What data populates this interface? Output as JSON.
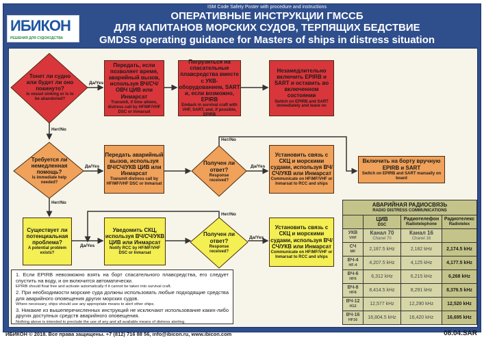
{
  "header": {
    "subtitle": "ISM Code Safety Poster with procedure and instructions",
    "title_ru_1": "ОПЕРАТИВНЫЕ ИНСТРУКЦИИ ГМССБ",
    "title_ru_2": "ДЛЯ КАПИТАНОВ МОРСКИХ СУДОВ, ТЕРПЯЩИХ БЕДСТВИЕ",
    "title_en": "GMDSS operating guidance for Masters of ships in distress situation"
  },
  "logo": {
    "name": "ИБИКОН",
    "tagline": "РЕШЕНИЯ ДЛЯ СУДОХОДСТВА"
  },
  "labels": {
    "yes": "Да/Yes",
    "no": "Нет/No"
  },
  "nodes": {
    "d1": {
      "ru": "Тонет ли судно или будет ли оно покинуто?",
      "en": "Is vessel sinking or is to be abandoned?"
    },
    "r1": {
      "ru": "Передать, если позволяет время, аварийный вызов, используя ВЧ/СЧ/ОВЧ ЦИВ или Инмарсат",
      "en": "Transmit, if time allows, distress call by HF/MF/VHF DSC or Inmarsat"
    },
    "r2": {
      "ru": "Погрузиться на спасательные плавсредства вместе с УКВ-оборудованием, SART и, если возможно, EPIRB",
      "en": "Embark in survival craft with VHF, SART, and, if possible, EPIRB"
    },
    "r3": {
      "ru": "Незамедлительно включить EPIRB и SART и оставить во включенном состоянии",
      "en": "Switch on EPIRB and SART immediately and leave on"
    },
    "d2": {
      "ru": "Требуется ли немедленная помощь?",
      "en": "Is immediate help needed?"
    },
    "o1": {
      "ru": "Передать аварийный вызов, используя ВЧ/СЧ/УКВ ЦИВ или Инмарсат",
      "en": "Transmit distress call by HF/MF/VHF DSC or Inmarsat"
    },
    "d3": {
      "ru": "Получен ли ответ?",
      "en": "Response received?"
    },
    "o2": {
      "ru": "Установить связь с СКЦ и морскими судами, используя ВЧ/СЧ/УКВ или Инмарсат",
      "en": "Communicate on HF/MF/VHF or Inmarsat to RCC and ships"
    },
    "o3": {
      "ru": "Включить на борту вручную EPIRB и SART",
      "en": "Switch on EPIRB and SART manually on board"
    },
    "y1": {
      "ru": "Существует ли потенциальная проблема?",
      "en": "A potential problem exists?"
    },
    "y2": {
      "ru": "Уведомить СКЦ, используя ВЧ/СЧ/УКВ ЦИВ или Инмарсат",
      "en": "Notify RCC by HF/MF/VHF DSC or Inmarsat"
    },
    "d4": {
      "ru": "Получен ли ответ?",
      "en": "Response received?"
    },
    "y3": {
      "ru": "Установить связь с СКЦ и морскими судами, используя ВЧ/СЧ/УКВ или Инмарсат",
      "en": "Communicate on HF/MF/VHF or Inmarsat to RCC and ships"
    }
  },
  "notes": [
    {
      "ru": "1. Если EPIRB невозможно взять на борт спасательного плавсредства, его следует спустить на воду, и он включится автоматически.",
      "en": "EPIRB should float free and activate automatically if it cannot be taken into survival craft."
    },
    {
      "ru": "2. При необходимости морские суда должны использовать любые подходящие средства для аварийного оповещения других морских судов.",
      "en": "Where necessary, ships should use any appropriate means to alert other ships."
    },
    {
      "ru": "3. Никакие из вышеперечисленных инструкций не исключают использование каких-либо других доступных средств аварийного оповещения.",
      "en": "Nothing above is intended to preclude the use of any and all available means of distress alerting."
    }
  ],
  "table": {
    "title_ru": "АВАРИЙНАЯ РАДИОСВЯЗЬ",
    "title_en": "RADIO DISTRESS COMMUNICATIONS",
    "columns": [
      {
        "ru": "ЦИВ",
        "en": "DSC"
      },
      {
        "ru": "Радиотелефон",
        "en": "Radiotelephone"
      },
      {
        "ru": "Радиотелекс",
        "en": "Radiotelex"
      }
    ],
    "rows": [
      {
        "ru": "УКВ",
        "en": "VHF",
        "c": [
          "Канал 70",
          "Канал 16",
          ""
        ],
        "s": [
          "Chanel 70",
          "Chanel 16"
        ]
      },
      {
        "ru": "СЧ",
        "en": "MF",
        "c": [
          "2,187.5 kHz",
          "2,182 kHz",
          "2,174.5 kHz"
        ]
      },
      {
        "ru": "ВЧ-4",
        "en": "HF-4",
        "c": [
          "4,207.5 kHz",
          "4,125 kHz",
          "4,177.5 kHz"
        ]
      },
      {
        "ru": "ВЧ-6",
        "en": "HF6",
        "c": [
          "6,312 kHz",
          "6,215 kHz",
          "6,268 kHz"
        ]
      },
      {
        "ru": "ВЧ-8",
        "en": "HF8",
        "c": [
          "8,414.5 kHz",
          "8,291 kHz",
          "8,376.5 kHz"
        ]
      },
      {
        "ru": "ВЧ-12",
        "en": "H12",
        "c": [
          "12,577 kHz",
          "12,290 kHz",
          "12,520 kHz"
        ]
      },
      {
        "ru": "ВЧ-16",
        "en": "HF16",
        "c": [
          "16,804.5 kHz",
          "16,420 kHz",
          "16,695 kHz"
        ]
      }
    ]
  },
  "footer": {
    "copyright": "ИБИКОН © 2018. Все права защищены. +7 (812) 716 88 56, info@ibicon.ru, www.ibicon.com",
    "code": "08.04.SAR"
  }
}
